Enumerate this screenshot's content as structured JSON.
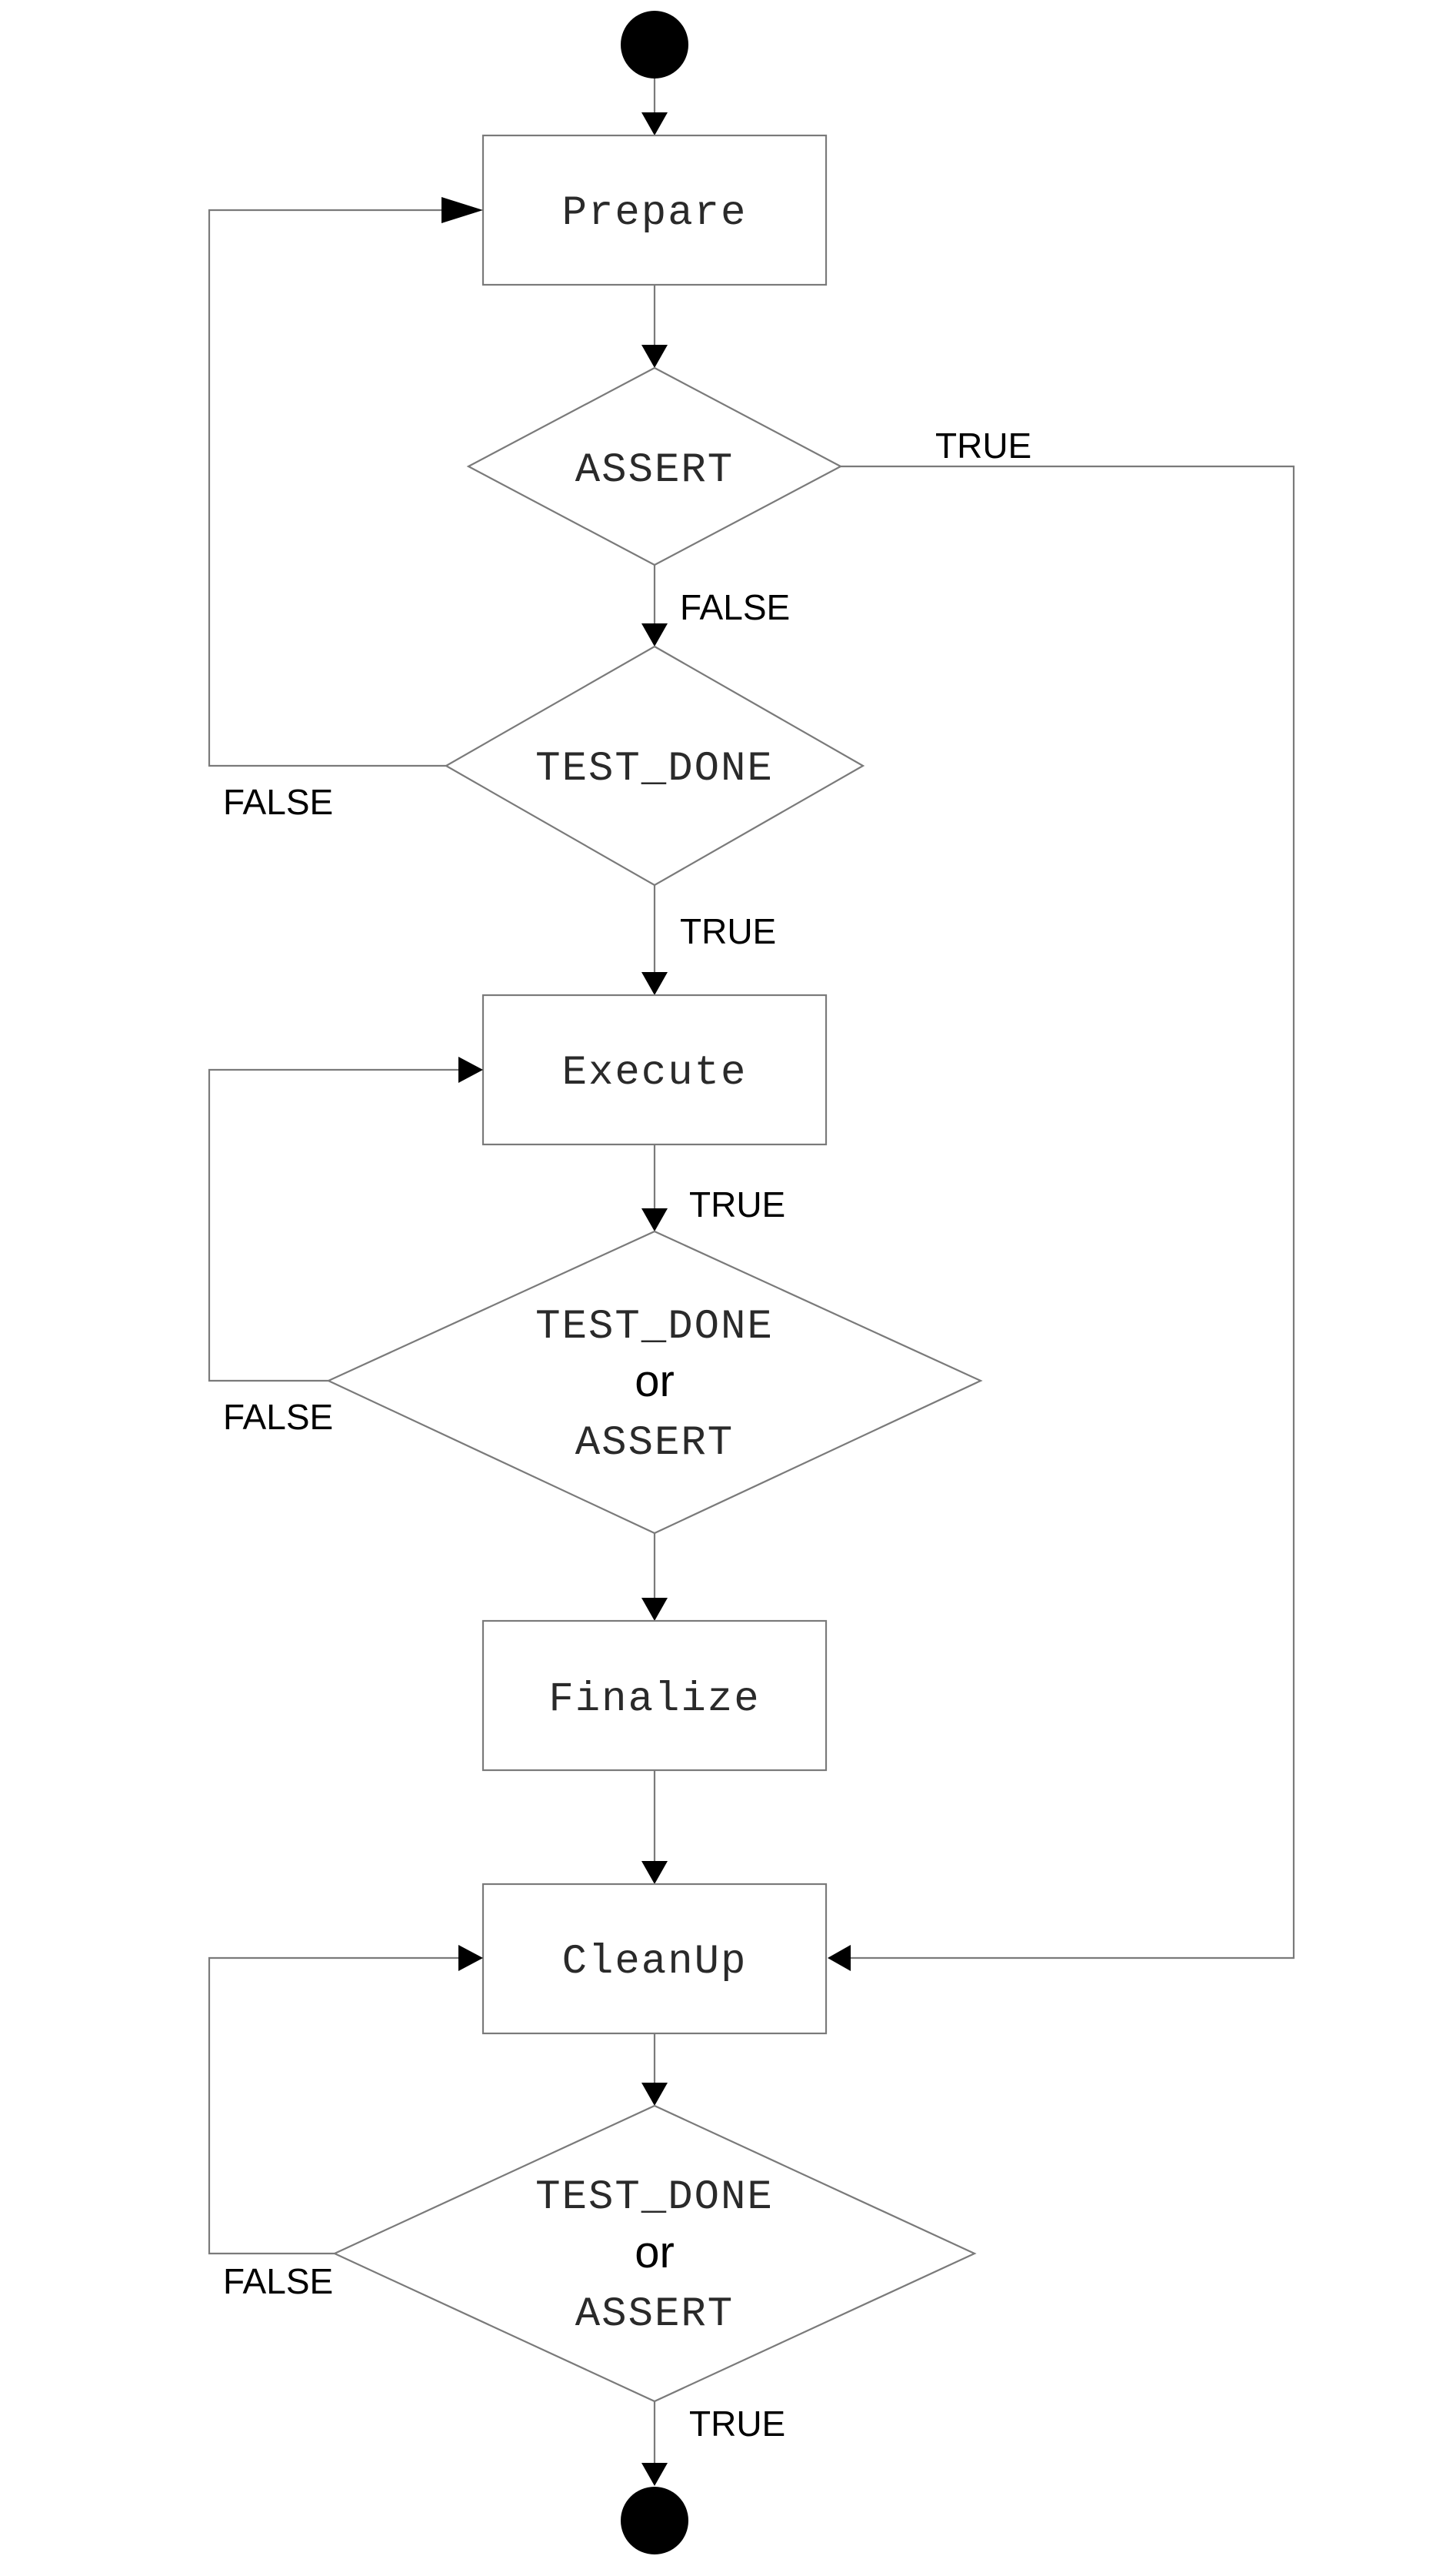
{
  "nodes": {
    "prepare": "Prepare",
    "assert_1": "ASSERT",
    "test_done_1": "TEST_DONE",
    "execute": "Execute",
    "decision_2": {
      "line1": "TEST_DONE",
      "line2": "or",
      "line3": "ASSERT"
    },
    "finalize": "Finalize",
    "cleanup": "CleanUp",
    "decision_3": {
      "line1": "TEST_DONE",
      "line2": "or",
      "line3": "ASSERT"
    }
  },
  "edge_labels": {
    "assert_true": "TRUE",
    "assert_false": "FALSE",
    "test_done_false": "FALSE",
    "test_done_true": "TRUE",
    "execute_true": "TRUE",
    "decision_2_false": "FALSE",
    "decision_3_false": "FALSE",
    "decision_3_true": "TRUE"
  }
}
